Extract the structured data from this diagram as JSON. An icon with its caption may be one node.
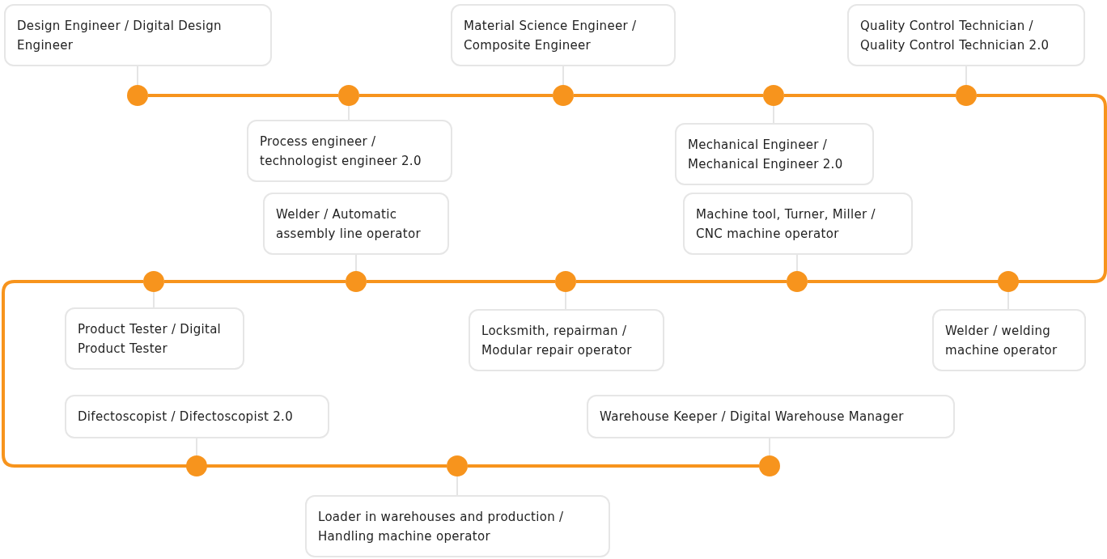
{
  "diagram": {
    "nodes": [
      {
        "text": [
          "Design Engineer / Digital Design Engineer"
        ]
      },
      {
        "text": [
          "Material Science Engineer / Composite Engineer"
        ]
      },
      {
        "text": [
          "Quality Control Technician / Quality Control Technician 2.0"
        ]
      },
      {
        "text": [
          "Process engineer / technologist engineer 2.0"
        ]
      },
      {
        "text": [
          "Mechanical Engineer / Mechanical Engineer 2.0"
        ]
      },
      {
        "text": [
          "Welder / Automatic assembly line operator"
        ]
      },
      {
        "text": [
          "Machine tool, Turner, Miller / CNC machine operator"
        ]
      },
      {
        "text": [
          "Product Tester / Digital Product Tester"
        ]
      },
      {
        "text": [
          "Locksmith, repairman / Modular repair operator"
        ]
      },
      {
        "text": [
          "Welder / welding machine operator"
        ]
      },
      {
        "text": [
          "Difectoscopist / Difectoscopist 2.0"
        ]
      },
      {
        "text": [
          "Warehouse Keeper / Digital Warehouse Manager"
        ]
      },
      {
        "text": [
          "Loader in warehouses and production / Handling machine operator"
        ]
      },
      {
        "text": [],
        "shape": "circle"
      },
      {
        "text": [],
        "shape": "circle"
      },
      {
        "text": [],
        "shape": "circle"
      },
      {
        "text": [],
        "shape": "circle"
      },
      {
        "text": [],
        "shape": "circle"
      },
      {
        "text": [],
        "shape": "circle"
      },
      {
        "text": [],
        "shape": "circle"
      },
      {
        "text": [],
        "shape": "circle"
      },
      {
        "text": [],
        "shape": "circle"
      },
      {
        "text": [],
        "shape": "circle"
      },
      {
        "text": [],
        "shape": "circle"
      },
      {
        "text": [],
        "shape": "circle"
      },
      {
        "text": [],
        "shape": "circle"
      }
    ],
    "edges": [
      {
        "from": 0,
        "to": 13,
        "arrow": "none"
      },
      {
        "from": 3,
        "to": 14,
        "arrow": "none"
      },
      {
        "from": 1,
        "to": 15,
        "arrow": "none"
      },
      {
        "from": 4,
        "to": 16,
        "arrow": "none"
      },
      {
        "from": 2,
        "to": 17,
        "arrow": "none"
      },
      {
        "from": 9,
        "to": 18,
        "arrow": "none"
      },
      {
        "from": 6,
        "to": 19,
        "arrow": "none"
      },
      {
        "from": 8,
        "to": 20,
        "arrow": "none"
      },
      {
        "from": 5,
        "to": 21,
        "arrow": "none"
      },
      {
        "from": 7,
        "to": 22,
        "arrow": "none"
      },
      {
        "from": 10,
        "to": 23,
        "arrow": "none"
      },
      {
        "from": 12,
        "to": 24,
        "arrow": "none"
      },
      {
        "from": 11,
        "to": 25,
        "arrow": "none"
      },
      {
        "from": 13,
        "to": 14,
        "arrow": "none",
        "style": "thick",
        "color": "#f7941d"
      },
      {
        "from": 14,
        "to": 15,
        "arrow": "none",
        "style": "thick",
        "color": "#f7941d"
      },
      {
        "from": 15,
        "to": 16,
        "arrow": "none",
        "style": "thick",
        "color": "#f7941d"
      },
      {
        "from": 16,
        "to": 17,
        "arrow": "none",
        "style": "thick",
        "color": "#f7941d"
      },
      {
        "from": 17,
        "to": 18,
        "arrow": "none",
        "style": "thick",
        "color": "#f7941d"
      },
      {
        "from": 18,
        "to": 19,
        "arrow": "none",
        "style": "thick",
        "color": "#f7941d"
      },
      {
        "from": 19,
        "to": 20,
        "arrow": "none",
        "style": "thick",
        "color": "#f7941d"
      },
      {
        "from": 20,
        "to": 21,
        "arrow": "none",
        "style": "thick",
        "color": "#f7941d"
      },
      {
        "from": 21,
        "to": 22,
        "arrow": "none",
        "style": "thick",
        "color": "#f7941d"
      },
      {
        "from": 22,
        "to": 23,
        "arrow": "none",
        "style": "thick",
        "color": "#f7941d"
      },
      {
        "from": 23,
        "to": 24,
        "arrow": "none",
        "style": "thick",
        "color": "#f7941d"
      },
      {
        "from": 24,
        "to": 25,
        "arrow": "none",
        "style": "thick",
        "color": "#f7941d"
      }
    ]
  }
}
